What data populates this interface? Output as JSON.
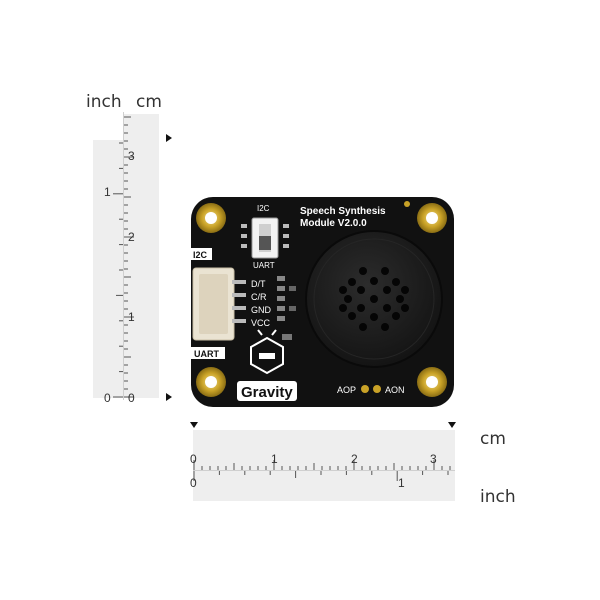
{
  "units": {
    "inch": "inch",
    "cm": "cm"
  },
  "ruler_vertical": {
    "cm_ticks": [
      "0",
      "1",
      "2",
      "3"
    ],
    "inch_ticks": [
      "0",
      "1"
    ]
  },
  "ruler_horizontal": {
    "cm_ticks": [
      "0",
      "1",
      "2",
      "3"
    ],
    "inch_ticks": [
      "0",
      "1"
    ]
  },
  "board": {
    "title_line1": "Speech Synthesis",
    "title_line2": "Module V2.0.0",
    "switch_top": "I2C",
    "switch_bottom": "UART",
    "tag_i2c": "I2C",
    "tag_uart": "UART",
    "pins": [
      "D/T",
      "C/R",
      "GND",
      "VCC"
    ],
    "brand": "Gravity",
    "aop": "AOP",
    "aon": "AON"
  },
  "colors": {
    "pcb": "#111111",
    "gold_pad": "#c9a227",
    "ruler_bg": "#eeeeee",
    "connector": "#eae3d2",
    "speaker": "#1e1e1e"
  }
}
